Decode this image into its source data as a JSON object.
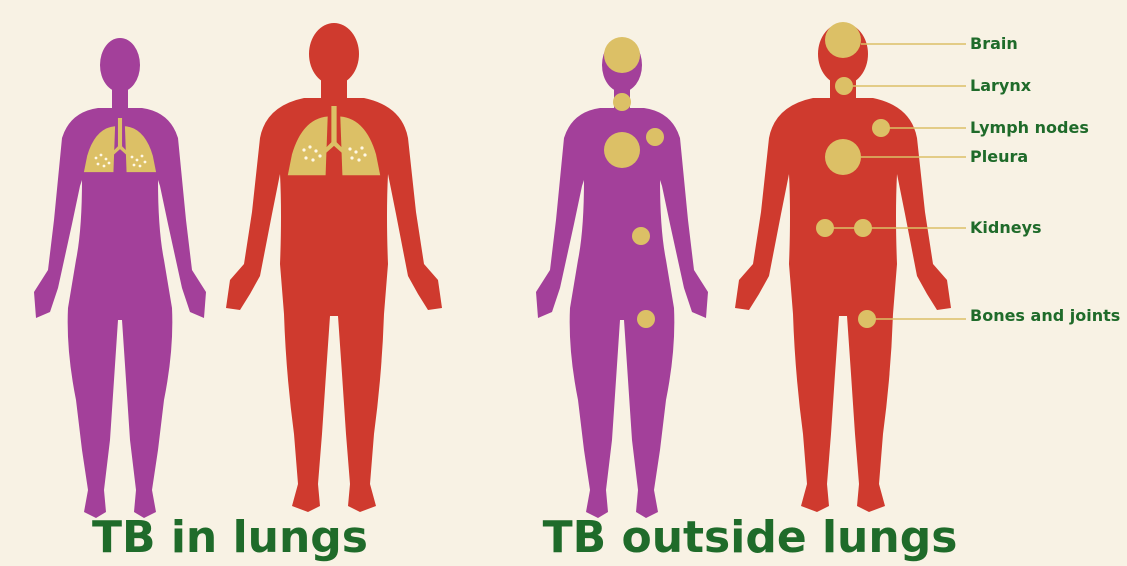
{
  "captions": {
    "left": "TB in lungs",
    "right": "TB outside lungs"
  },
  "sites": {
    "brain": "Brain",
    "larynx": "Larynx",
    "lymph_nodes": "Lymph nodes",
    "pleura": "Pleura",
    "kidneys": "Kidneys",
    "bones_joints": "Bones and joints"
  },
  "colors": {
    "background": "#f8f2e4",
    "female_body": "#a3409a",
    "male_body": "#cf3a2e",
    "lesion": "#dcc066",
    "leader_line": "#dcc066",
    "text": "#1f6b2a"
  }
}
